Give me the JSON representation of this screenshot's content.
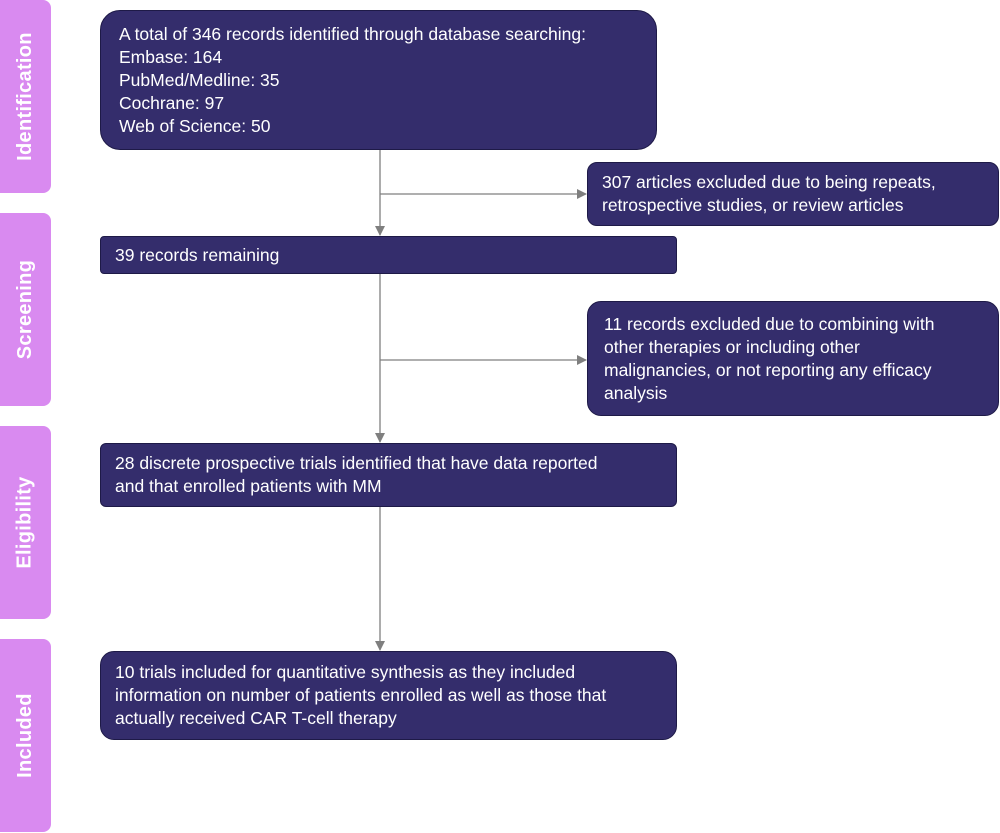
{
  "phases": {
    "identification": "Identification",
    "screening": "Screening",
    "eligibility": "Eligibility",
    "included": "Included"
  },
  "boxes": {
    "identification": {
      "lines": [
        "A total of 346 records identified through database searching:",
        "Embase: 164",
        "PubMed/Medline: 35",
        "Cochrane: 97",
        "Web of Science: 50"
      ]
    },
    "excluded_1": {
      "lines": [
        "307 articles excluded due to being repeats,",
        "retrospective studies, or review articles"
      ]
    },
    "screening": {
      "lines": [
        "39 records remaining"
      ]
    },
    "excluded_2": {
      "lines": [
        "11 records excluded due to combining with",
        "other therapies or including other",
        "malignancies, or not reporting any efficacy",
        "analysis"
      ]
    },
    "eligibility": {
      "lines": [
        "28 discrete prospective trials identified that have data reported",
        "and that enrolled patients with MM"
      ]
    },
    "included": {
      "lines": [
        "10 trials included for quantitative synthesis as they included",
        "information on number of patients enrolled as well as those that",
        "actually received CAR T-cell therapy"
      ]
    }
  },
  "colors": {
    "phase_tab": "#d98af0",
    "box_fill": "#342d6c",
    "box_border": "#1e1a47",
    "box_text": "#ffffff",
    "connector": "#7f7f7f"
  }
}
